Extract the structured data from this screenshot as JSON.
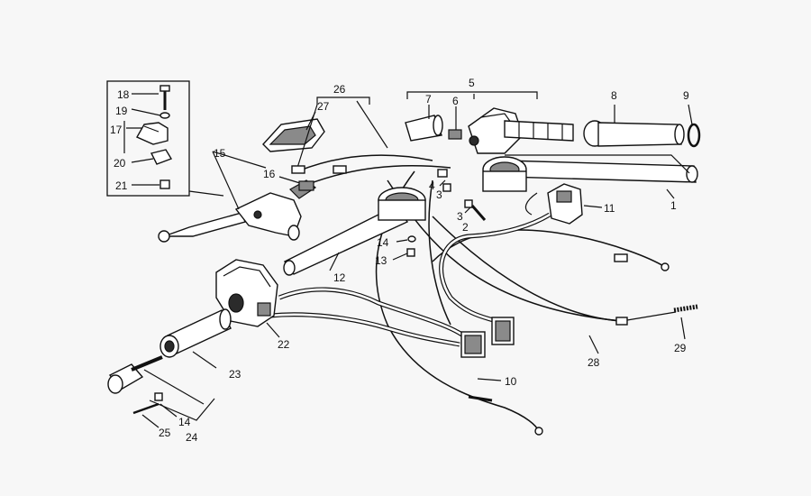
{
  "diagram": {
    "callouts": [
      {
        "id": "c1",
        "text": "1"
      },
      {
        "id": "c2",
        "text": "2"
      },
      {
        "id": "c3a",
        "text": "3"
      },
      {
        "id": "c3b",
        "text": "3"
      },
      {
        "id": "c4",
        "text": "4"
      },
      {
        "id": "c5",
        "text": "5"
      },
      {
        "id": "c6",
        "text": "6"
      },
      {
        "id": "c7",
        "text": "7"
      },
      {
        "id": "c8",
        "text": "8"
      },
      {
        "id": "c9",
        "text": "9"
      },
      {
        "id": "c10",
        "text": "10"
      },
      {
        "id": "c11",
        "text": "11"
      },
      {
        "id": "c12",
        "text": "12"
      },
      {
        "id": "c13",
        "text": "13"
      },
      {
        "id": "c14a",
        "text": "14"
      },
      {
        "id": "c14b",
        "text": "14"
      },
      {
        "id": "c15",
        "text": "15"
      },
      {
        "id": "c16",
        "text": "16"
      },
      {
        "id": "c17",
        "text": "17"
      },
      {
        "id": "c18",
        "text": "18"
      },
      {
        "id": "c19",
        "text": "19"
      },
      {
        "id": "c20",
        "text": "20"
      },
      {
        "id": "c21",
        "text": "21"
      },
      {
        "id": "c22",
        "text": "22"
      },
      {
        "id": "c23",
        "text": "23"
      },
      {
        "id": "c24",
        "text": "24"
      },
      {
        "id": "c25",
        "text": "25"
      },
      {
        "id": "c26",
        "text": "26"
      },
      {
        "id": "c27",
        "text": "27"
      },
      {
        "id": "c28",
        "text": "28"
      },
      {
        "id": "c29",
        "text": "29"
      }
    ]
  }
}
